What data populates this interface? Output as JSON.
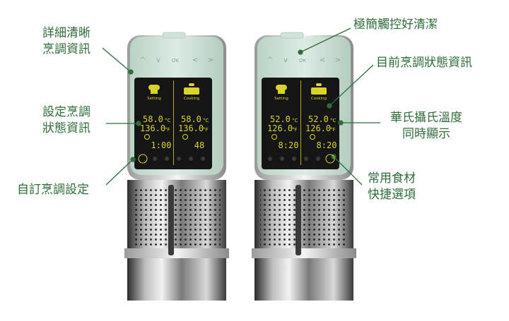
{
  "annotations": {
    "left_top": [
      "詳細清晰",
      "烹調資訊"
    ],
    "left_mid": [
      "設定烹調",
      "狀態資訊"
    ],
    "left_bottom": [
      "自訂烹調設定"
    ],
    "right_top": [
      "極簡觸控好清潔"
    ],
    "right_mid1": [
      "目前烹調狀態資訊"
    ],
    "right_mid2": [
      "華氏攝氏溫度",
      "同時顯示"
    ],
    "right_bottom": [
      "常用食材",
      "快捷選項"
    ]
  },
  "devices": [
    {
      "buttons": [
        "^",
        "v",
        "OK",
        "<",
        ">"
      ],
      "setting_label": "Setting",
      "cooking_label": "Cooking",
      "set_c": "58.0",
      "set_f": "136.0",
      "cur_c": "58.0",
      "cur_f": "136.0",
      "set_time": "1:00",
      "cur_time": "48",
      "unit_c": "°C",
      "unit_f": "°F"
    },
    {
      "buttons": [
        "^",
        "v",
        "OK",
        "<",
        ">"
      ],
      "setting_label": "Setting",
      "cooking_label": "Cooking",
      "set_c": "52.0",
      "set_f": "126.0",
      "cur_c": "52.0",
      "cur_f": "126.0",
      "set_time": "8:20",
      "cur_time": "8:20",
      "unit_c": "°C",
      "unit_f": "°F"
    }
  ],
  "colors": {
    "label_green": "#2e6e3a",
    "screen_yellow": "#d8d22a",
    "body_mint": "#cfe3d8",
    "screen_bg": "#151515"
  }
}
